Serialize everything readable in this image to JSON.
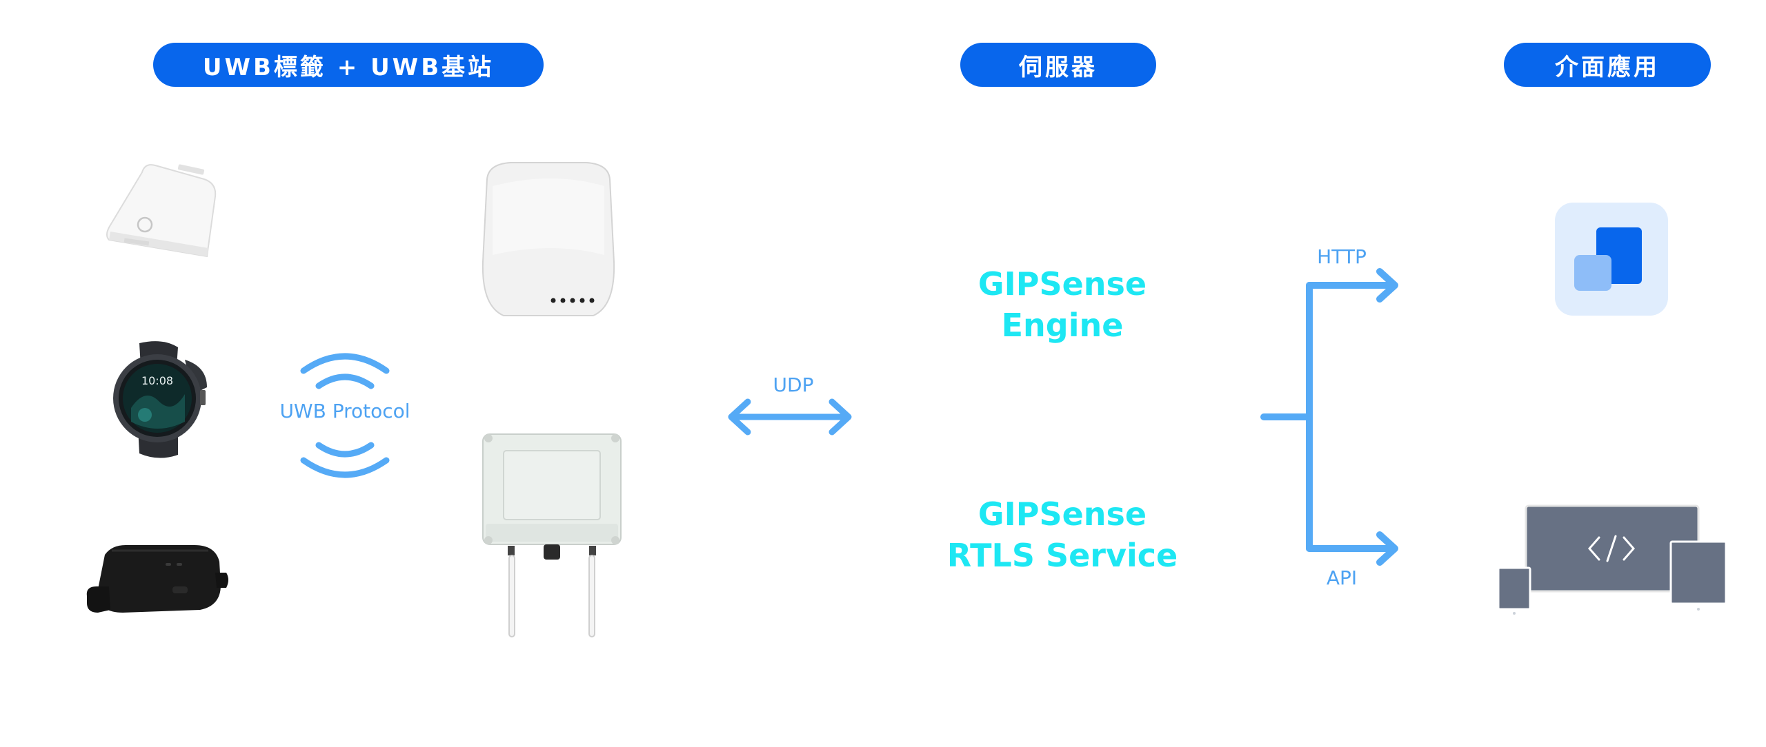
{
  "headers": {
    "devices": "UWB標籤 + UWB基站",
    "server": "伺服器",
    "interface": "介面應用"
  },
  "labels": {
    "uwb_protocol": "UWB Protocol",
    "udp": "UDP",
    "http": "HTTP",
    "api": "API"
  },
  "server_components": {
    "engine_line1": "GIPSense",
    "engine_line2": "Engine",
    "rtls_line1": "GIPSense",
    "rtls_line2": "RTLS Service"
  },
  "colors": {
    "header_bg": "#0866ec",
    "arrow": "#55aaf6",
    "server_text": "#1de7f3",
    "label_text": "#4da2f2",
    "dashboard_bg": "#e0edfd",
    "device_gray": "#677184"
  }
}
